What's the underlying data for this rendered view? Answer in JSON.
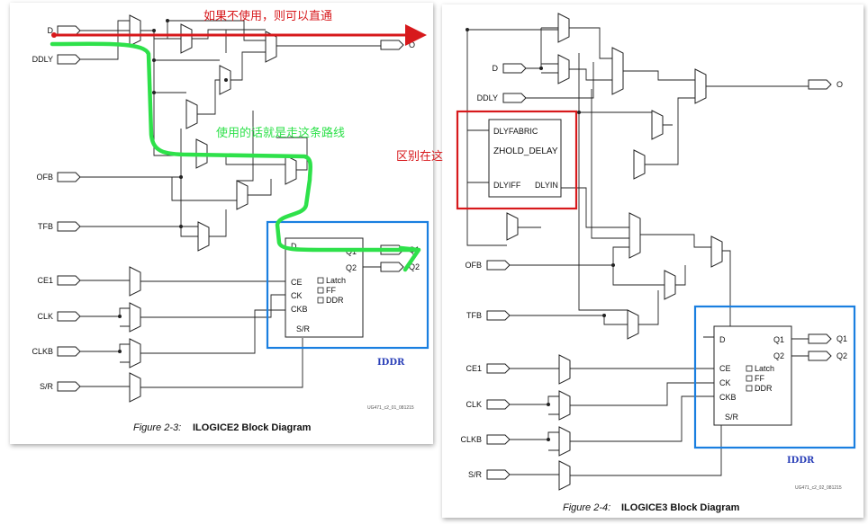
{
  "left_figure": {
    "caption_prefix": "Figure 2-3:",
    "caption_title": "ILOGICE2 Block Diagram",
    "part_number": "UG471_c2_01_081215",
    "inputs": [
      "D",
      "DDLY",
      "OFB",
      "TFB",
      "CE1",
      "CLK",
      "CLKB",
      "S/R"
    ],
    "output_o": "O",
    "output_q1": "Q1",
    "output_q2": "Q2",
    "iddr_pins": {
      "d": "D",
      "ce": "CE",
      "ck": "CK",
      "ckb": "CKB",
      "sr": "S/R",
      "q1": "Q1",
      "q2": "Q2"
    },
    "iddr_modes": [
      "Latch",
      "FF",
      "DDR"
    ],
    "iddr_label": "IDDR"
  },
  "right_figure": {
    "caption_prefix": "Figure 2-4:",
    "caption_title": "ILOGICE3 Block Diagram",
    "part_number": "UG471_c2_02_081215",
    "inputs": [
      "D",
      "DDLY",
      "OFB",
      "TFB",
      "CE1",
      "CLK",
      "CLKB",
      "S/R"
    ],
    "output_o": "O",
    "zhold": {
      "dlyfabric": "DLYFABRIC",
      "name": "ZHOLD_DELAY",
      "dlyiff": "DLYIFF",
      "dlyin": "DLYIN"
    },
    "iddr_pins": {
      "d": "D",
      "ce": "CE",
      "ck": "CK",
      "ckb": "CKB",
      "sr": "S/R",
      "q1": "Q1",
      "q2": "Q2"
    },
    "iddr_modes": [
      "Latch",
      "FF",
      "DDR"
    ],
    "iddr_label": "IDDR"
  },
  "annotations": {
    "bypass_note": "如果不使用，则可以直通",
    "route_note": "使用的话就是走这条路线",
    "difference_note": "区别在这"
  },
  "colors": {
    "annotation_red": "#d7191c",
    "annotation_green": "#2ee14a",
    "highlight_blue": "#1a7fe0",
    "iddr_label_blue": "#2a3fb8"
  }
}
